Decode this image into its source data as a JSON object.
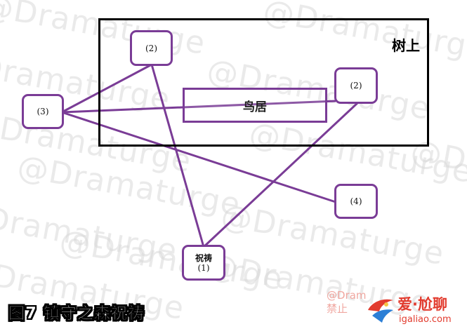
{
  "watermark": {
    "text": "@Dramaturge"
  },
  "diagram": {
    "region_label": "树上",
    "torii_label": "鸟居",
    "nodes": {
      "top_center": {
        "number": "(2)"
      },
      "right_upper": {
        "number": "(2)"
      },
      "left": {
        "number": "(3)"
      },
      "right_lower": {
        "number": "(4)"
      },
      "bottom": {
        "name": "祝祷",
        "number": "(1)"
      }
    },
    "line_color": "#7a3c96"
  },
  "caption": "图7 镇守之森祝祷",
  "logo": {
    "title": "爱·尬聊",
    "url": "igaliao.com",
    "faint_line1": "@Dram",
    "faint_line2": "禁止"
  }
}
